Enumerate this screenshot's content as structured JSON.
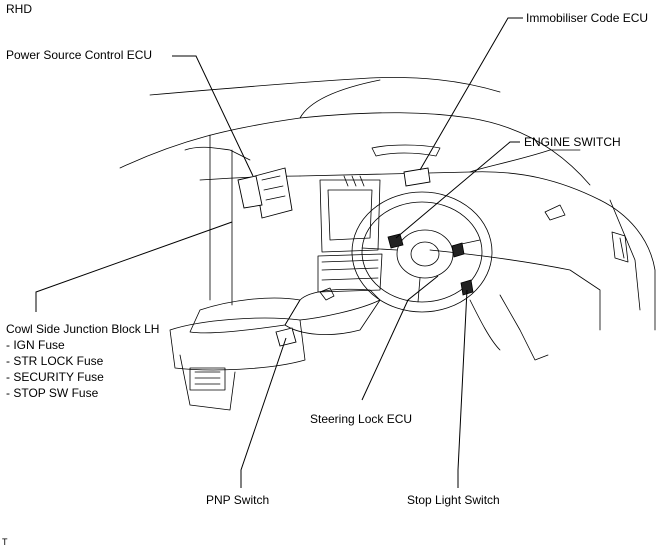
{
  "region_label": "RHD",
  "labels": {
    "power_source_control_ecu": "Power Source Control ECU",
    "immobiliser_code_ecu": "Immobiliser Code ECU",
    "engine_switch": "ENGINE SWITCH",
    "cowl_side_junction_block": "Cowl Side Junction Block LH",
    "steering_lock_ecu": "Steering Lock ECU",
    "pnp_switch": "PNP Switch",
    "stop_light_switch": "Stop Light Switch"
  },
  "fuses": [
    "- IGN Fuse",
    "- STR LOCK Fuse",
    "- SECURITY Fuse",
    "- STOP SW Fuse"
  ],
  "corner_mark": "T"
}
